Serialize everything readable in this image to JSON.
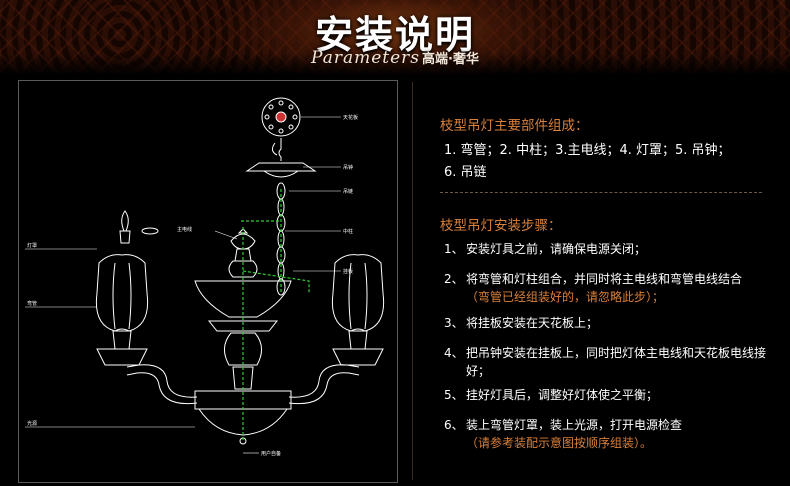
{
  "banner": {
    "title": "安装说明",
    "subtitle_en": "Parameters",
    "subtitle_cn": "高端·奢华"
  },
  "diagram": {
    "labels": [
      "天花板",
      "吊链",
      "中柱",
      "灯罩",
      "弯管",
      "主电线",
      "用户自备",
      "吊钟",
      "挂板",
      "光源"
    ]
  },
  "parts": {
    "title": "枝型吊灯主要部件组成：",
    "line1": "1. 弯管；2. 中柱；3.主电线；4. 灯罩；5. 吊钟；",
    "line2": "6. 吊链"
  },
  "steps": {
    "title": "枝型吊灯安装步骤：",
    "items": [
      {
        "num": "1、",
        "text": "安装灯具之前，请确保电源关闭；",
        "note": ""
      },
      {
        "num": "2、",
        "text": "将弯管和灯柱组合，并同时将主电线和弯管电线结合",
        "note": "（弯管已经组装好的，请忽略此步）；"
      },
      {
        "num": "3、",
        "text": "将挂板安装在天花板上；",
        "note": ""
      },
      {
        "num": "4、",
        "text": "把吊钟安装在挂板上，同时把灯体主电线和天花板电线接好；",
        "note": ""
      },
      {
        "num": "5、",
        "text": "挂好灯具后，调整好灯体使之平衡；",
        "note": ""
      },
      {
        "num": "6、",
        "text": "装上弯管灯罩，装上光源，打开电源检查",
        "note": "（请参考装配示意图按顺序组装）。"
      }
    ]
  },
  "colors": {
    "accent": "#d9803a",
    "text": "#ffffff",
    "background": "#000000",
    "diagram_line": "#ffffff",
    "wire": "#33cc33"
  }
}
